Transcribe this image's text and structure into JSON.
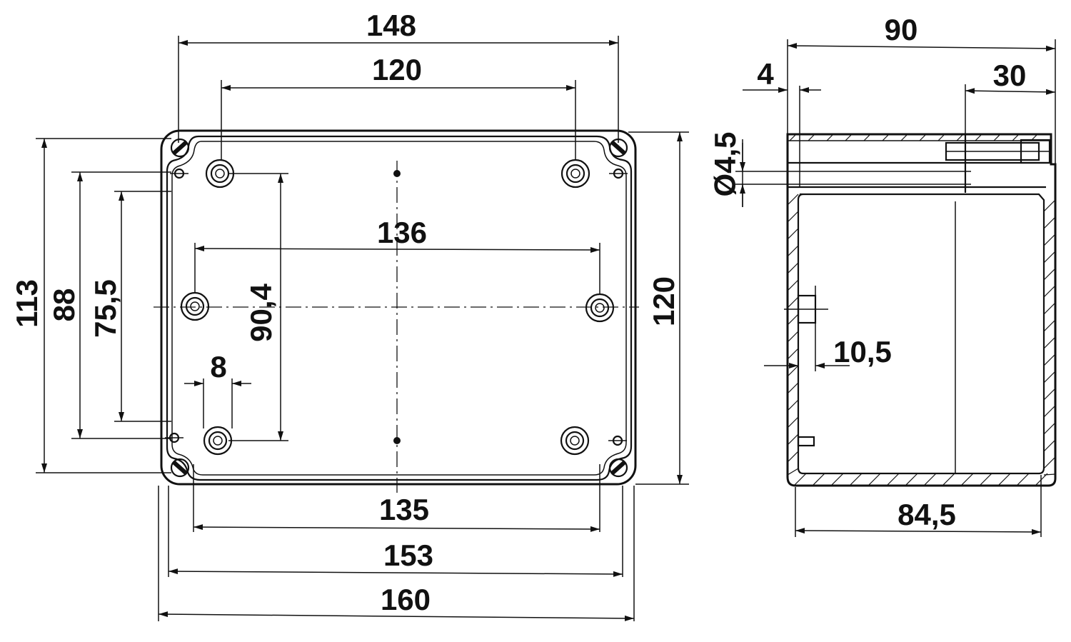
{
  "colors": {
    "ink": "#111111",
    "paper": "#ffffff"
  },
  "front_view": {
    "dims": {
      "overall_width_top": "148",
      "hole_pitch_top": "120",
      "hole_pitch_mid": "136",
      "hole_pitch_bottom": "135",
      "width_153": "153",
      "width_160": "160",
      "overall_height": "113",
      "height_88": "88",
      "height_75_5": "75,5",
      "height_90_4": "90,4",
      "height_120": "120",
      "boss_offset": "8"
    }
  },
  "side_view": {
    "dims": {
      "depth_total": "90",
      "wall": "4",
      "lid_depth": "30",
      "hole_dia": "Ø4,5",
      "slot": "10,5",
      "inner_depth": "84,5"
    }
  }
}
